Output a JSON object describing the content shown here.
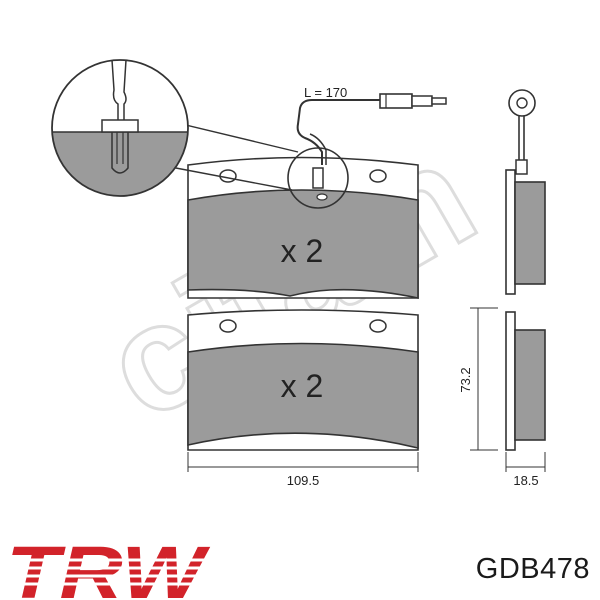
{
  "drawing": {
    "wire_length_label": "L = 170",
    "qty_top_label": "x 2",
    "qty_bottom_label": "x 2",
    "width_dim": "109.5",
    "height_dim": "73.2",
    "thickness_dim": "18.5",
    "watermark_text": "cifam"
  },
  "brand": {
    "logo_text": "TRW",
    "part_number": "GDB478",
    "logo_color": "#d2232a"
  },
  "colors": {
    "pad_fill": "#9b9b9b",
    "line": "#333333",
    "watermark": "#e2e2e2"
  }
}
